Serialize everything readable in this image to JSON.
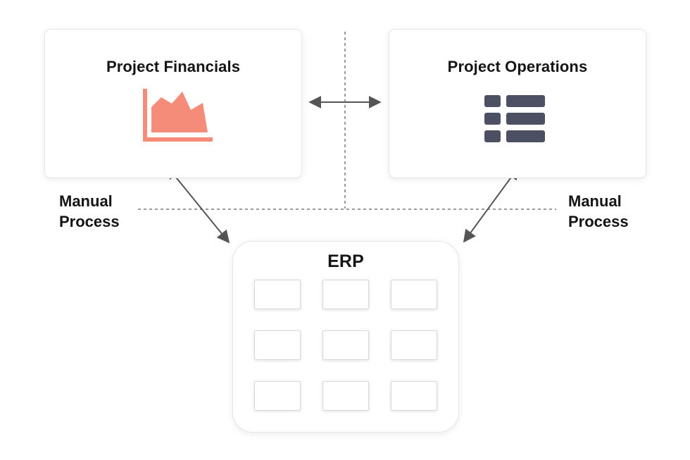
{
  "nodes": {
    "financials": {
      "title": "Project Financials",
      "icon": "area-chart-icon"
    },
    "operations": {
      "title": "Project Operations",
      "icon": "table-list-icon"
    },
    "erp": {
      "title": "ERP",
      "module_count": 9
    }
  },
  "labels": {
    "left": [
      "Manual",
      "Process"
    ],
    "right": [
      "Manual",
      "Process"
    ]
  },
  "colors": {
    "chart_accent": "#f58c7a",
    "icon_dark": "#4d5063",
    "arrow": "#555555",
    "divider": "#9a9a9a"
  }
}
